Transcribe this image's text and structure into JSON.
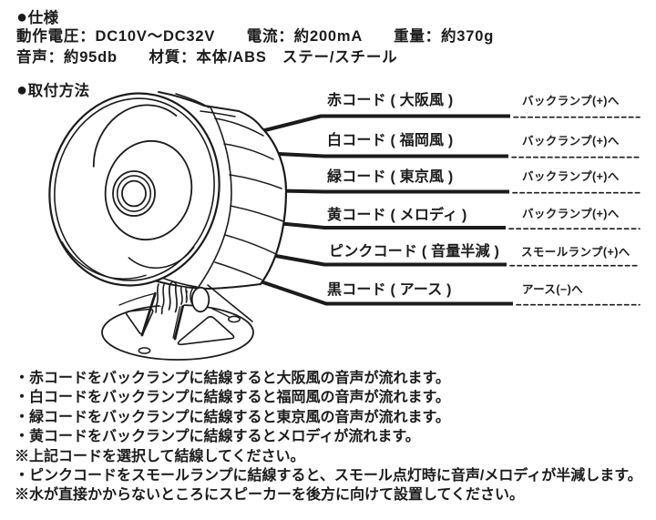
{
  "page": {
    "background_color": "#ffffff",
    "ink_color": "#1b1b1b"
  },
  "spec": {
    "heading": "●仕様",
    "lines": [
      "動作電圧：DC10V～DC32V　　電流：約200mA　　重量：約370g",
      "音声：約95db　　材質：本体/ABS　ステー/スチール"
    ]
  },
  "install": {
    "heading": "●取付方法",
    "wires": [
      {
        "color": "赤",
        "label": "赤コード ( 大阪風 )",
        "dest": "バックランプ(+)へ"
      },
      {
        "color": "白",
        "label": "白コード ( 福岡風 )",
        "dest": "バックランプ(+)へ"
      },
      {
        "color": "緑",
        "label": "緑コード ( 東京風 )",
        "dest": "バックランプ(+)へ"
      },
      {
        "color": "黄",
        "label": "黄コード ( メロディ )",
        "dest": "バックランプ(+)へ"
      },
      {
        "color": "ピンク",
        "label": "ピンクコード ( 音量半減 )",
        "dest": "スモールランプ(+)へ"
      },
      {
        "color": "黒",
        "label": "黒コード ( アース )",
        "dest": "アース(−)へ"
      }
    ]
  },
  "notes": [
    "・赤コードをバックランプに結線すると大阪風の音声が流れます。",
    "・白コードをバックランプに結線すると福岡風の音声が流れます。",
    "・緑コードをバックランプに結線すると東京風の音声が流れます。",
    "・黄コードをバックランプに結線するとメロディが流れます。",
    "※上記コードを選択して結線してください。",
    "・ピンクコードをスモールランプに結線すると、スモール点灯時に音声/メロディが半減します。",
    "※水が直接かからないところにスピーカーを後方に向けて設置してください。"
  ]
}
